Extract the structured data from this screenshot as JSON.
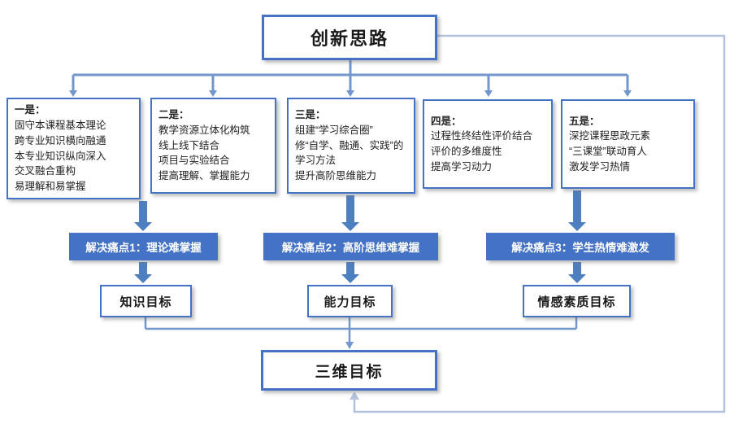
{
  "title": {
    "label": "创新思路"
  },
  "strategy_boxes": [
    {
      "heading": "一是：",
      "lines": [
        "固守本课程基本理论",
        "跨专业知识横向融通",
        "本专业知识纵向深入",
        "交叉融合重构",
        "易理解和易掌握"
      ]
    },
    {
      "heading": "二是：",
      "lines": [
        "教学资源立体化构筑",
        "线上线下结合",
        "项目与实验结合",
        "提高理解、掌握能力"
      ]
    },
    {
      "heading": "三是：",
      "lines": [
        "组建“学习综合圈”",
        "修“自学、融通、实践”的学习方法",
        "提升高阶思维能力"
      ]
    },
    {
      "heading": "四是：",
      "lines": [
        "过程性终结性评价结合",
        "评价的多维度性",
        "提高学习动力"
      ]
    },
    {
      "heading": "五是：",
      "lines": [
        "深挖课程思政元素",
        "“三课堂”联动育人",
        "激发学习热情"
      ]
    }
  ],
  "pain_points": [
    "解决痛点1：理论难掌握",
    "解决痛点2：高阶思维难掌握",
    "解决痛点3：学生热情难激发"
  ],
  "goals": [
    "知识目标",
    "能力目标",
    "情感素质目标"
  ],
  "final_goal": "三维目标",
  "colors": {
    "border_blue": "#4472C4",
    "bar_blue": "#4472C4",
    "connector_blue": "#7396CC",
    "arrow_blue": "#4E7FC1",
    "feedback_gray": "#B3C3DD"
  }
}
